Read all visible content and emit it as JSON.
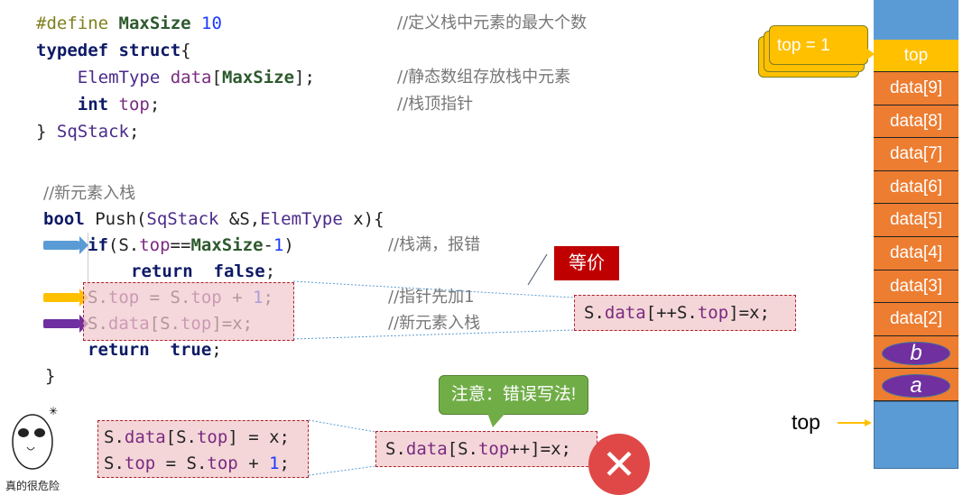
{
  "struct_code": [
    [
      [
        "#define ",
        "pp"
      ],
      [
        "MaxSize",
        "mac"
      ],
      [
        " 10",
        "num"
      ]
    ],
    [
      [
        "typedef struct",
        "kw"
      ],
      [
        "{",
        "pl"
      ]
    ],
    [
      [
        "    ElemType ",
        "ty"
      ],
      [
        "data",
        "mem"
      ],
      [
        "[",
        "pl"
      ],
      [
        "MaxSize",
        "mac"
      ],
      [
        "];",
        "pl"
      ]
    ],
    [
      [
        "    int ",
        "kw"
      ],
      [
        "top",
        "mem"
      ],
      [
        ";",
        "pl"
      ]
    ],
    [
      [
        "} ",
        "pl"
      ],
      [
        "SqStack",
        "ty"
      ],
      [
        ";",
        "pl"
      ]
    ]
  ],
  "struct_comments": [
    "//定义栈中元素的最大个数",
    "",
    "//静态数组存放栈中元素",
    "//栈顶指针",
    ""
  ],
  "push_comment": "//新元素入栈",
  "push_code": [
    [
      [
        "bool ",
        "kw"
      ],
      [
        "Push(",
        "pl"
      ],
      [
        "SqStack",
        "ty"
      ],
      [
        " &S,",
        "pl"
      ],
      [
        "ElemType",
        "ty"
      ],
      [
        " x){",
        "pl"
      ]
    ],
    [
      [
        "if",
        "kw"
      ],
      [
        "(S.",
        "pl"
      ],
      [
        "top",
        "mem"
      ],
      [
        "==",
        "pl"
      ],
      [
        "MaxSize",
        "mac"
      ],
      [
        "-",
        "pl"
      ],
      [
        "1",
        "num"
      ],
      [
        ")",
        "pl"
      ]
    ],
    [
      [
        "return  false",
        "kw"
      ],
      [
        ";",
        "pl"
      ]
    ],
    [
      [
        "S.",
        "pl"
      ],
      [
        "top",
        "mem"
      ],
      [
        " = S.",
        "pl"
      ],
      [
        "top",
        "mem"
      ],
      [
        " + ",
        "pl"
      ],
      [
        "1",
        "num"
      ],
      [
        ";",
        "pl"
      ]
    ],
    [
      [
        "S.",
        "pl"
      ],
      [
        "data",
        "mem"
      ],
      [
        "[S.",
        "pl"
      ],
      [
        "top",
        "mem"
      ],
      [
        "]=x;",
        "pl"
      ]
    ],
    [
      [
        "return  true",
        "kw"
      ],
      [
        ";",
        "pl"
      ]
    ],
    [
      [
        "}",
        "pl"
      ]
    ]
  ],
  "push_comments": {
    "full": "//栈满，报错",
    "inc": "//指针先加1",
    "push": "//新元素入栈"
  },
  "equiv_label": "等价",
  "equiv_code": [
    [
      "S.",
      "pl"
    ],
    [
      "data",
      "mem"
    ],
    [
      "[++S.",
      "pl"
    ],
    [
      "top",
      "mem"
    ],
    [
      "]=x;",
      "pl"
    ]
  ],
  "wrong_left": [
    [
      [
        "S.",
        "pl"
      ],
      [
        "data",
        "mem"
      ],
      [
        "[S.",
        "pl"
      ],
      [
        "top",
        "mem"
      ],
      [
        "] = x;",
        "pl"
      ]
    ],
    [
      [
        "S.",
        "pl"
      ],
      [
        "top",
        "mem"
      ],
      [
        " = S.",
        "pl"
      ],
      [
        "top",
        "mem"
      ],
      [
        " + ",
        "pl"
      ],
      [
        "1",
        "num"
      ],
      [
        ";",
        "pl"
      ]
    ]
  ],
  "wrong_code": [
    [
      "S.",
      "pl"
    ],
    [
      "data",
      "mem"
    ],
    [
      "[S.",
      "pl"
    ],
    [
      "top",
      "mem"
    ],
    [
      "++]=x;",
      "pl"
    ]
  ],
  "warning_label": "注意：错误写法!",
  "meme_caption": "真的很危险",
  "callout": "top = 1",
  "stack": {
    "top_cell": "top",
    "cells": [
      "data[9]",
      "data[8]",
      "data[7]",
      "data[6]",
      "data[5]",
      "data[4]",
      "data[3]",
      "data[2]"
    ],
    "elements": [
      "b",
      "a"
    ],
    "pointer_label": "top"
  },
  "colors": {
    "blue": "#5b9bd5",
    "orange": "#ed7d31",
    "yellow": "#ffc000",
    "purple": "#7030a0",
    "red": "#c00000",
    "green": "#70ad47"
  }
}
